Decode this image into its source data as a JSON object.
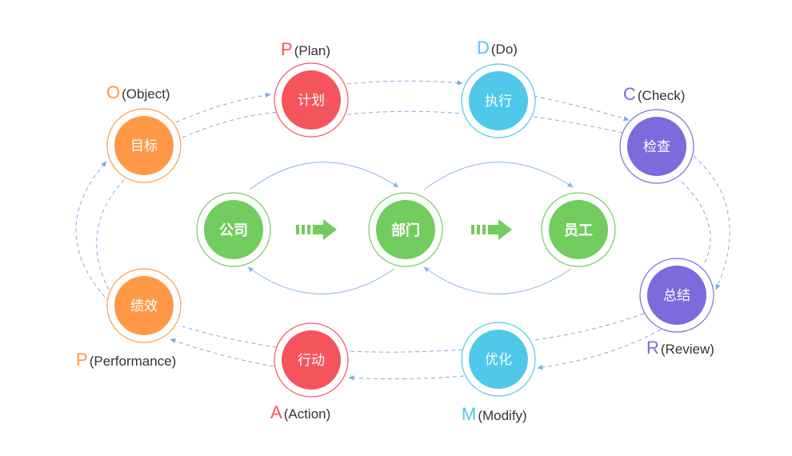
{
  "colors": {
    "orange": "#FE9A47",
    "red": "#F6545C",
    "cyan": "#4FC8EA",
    "purple": "#7B6BDB",
    "green": "#72CC5E",
    "dashed_line": "#7FAEE2",
    "solid_line": "#8EB6E6",
    "text": "#333333"
  },
  "outer_cycle": [
    {
      "id": "objective",
      "label": "目标",
      "letter": "O",
      "caption": "(Object)",
      "color": "orange"
    },
    {
      "id": "plan",
      "label": "计划",
      "letter": "P",
      "caption": "(Plan)",
      "color": "red"
    },
    {
      "id": "do",
      "label": "执行",
      "letter": "D",
      "caption": "(Do)",
      "color": "cyan"
    },
    {
      "id": "check",
      "label": "检查",
      "letter": "C",
      "caption": "(Check)",
      "color": "purple"
    },
    {
      "id": "review",
      "label": "总结",
      "letter": "R",
      "caption": "(Review)",
      "color": "purple"
    },
    {
      "id": "modify",
      "label": "优化",
      "letter": "M",
      "caption": "(Modify)",
      "color": "cyan"
    },
    {
      "id": "action",
      "label": "行动",
      "letter": "A",
      "caption": "(Action)",
      "color": "red"
    },
    {
      "id": "performance",
      "label": "绩效",
      "letter": "P",
      "caption": "(Performance)",
      "color": "orange"
    }
  ],
  "inner_flow": [
    {
      "id": "company",
      "label": "公司",
      "color": "green"
    },
    {
      "id": "department",
      "label": "部门",
      "color": "green"
    },
    {
      "id": "employee",
      "label": "员工",
      "color": "green"
    }
  ]
}
